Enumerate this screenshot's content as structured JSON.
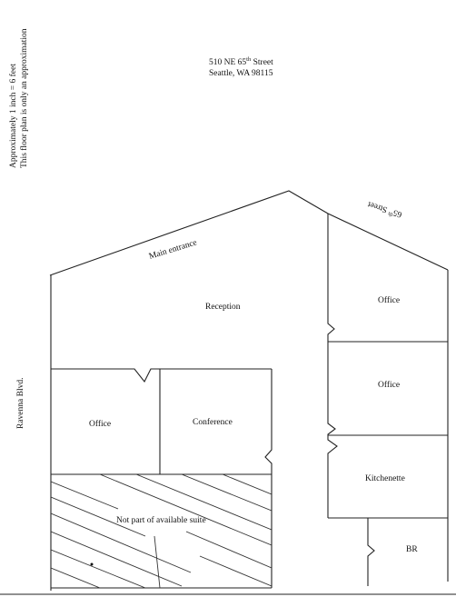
{
  "address": {
    "line1_prefix": "510 NE 65",
    "line1_sup": "th",
    "line1_suffix": " Street",
    "line2": "Seattle, WA  98115"
  },
  "scale_note": {
    "line1": "Approximately 1 inch = 6 feet",
    "line2": "This floor plan is only an approximation"
  },
  "streets": {
    "side": "Ravenna Blvd.",
    "top_prefix": "65",
    "top_sup": "th",
    "top_suffix": " Street"
  },
  "rooms": {
    "main_entrance": "Main entrance",
    "reception": "Reception",
    "office_top_right": "Office",
    "office_mid_right": "Office",
    "office_left": "Office",
    "conference": "Conference",
    "kitchenette": "Kitchenette",
    "br": "BR",
    "unavailable": "Not part of available suite"
  }
}
